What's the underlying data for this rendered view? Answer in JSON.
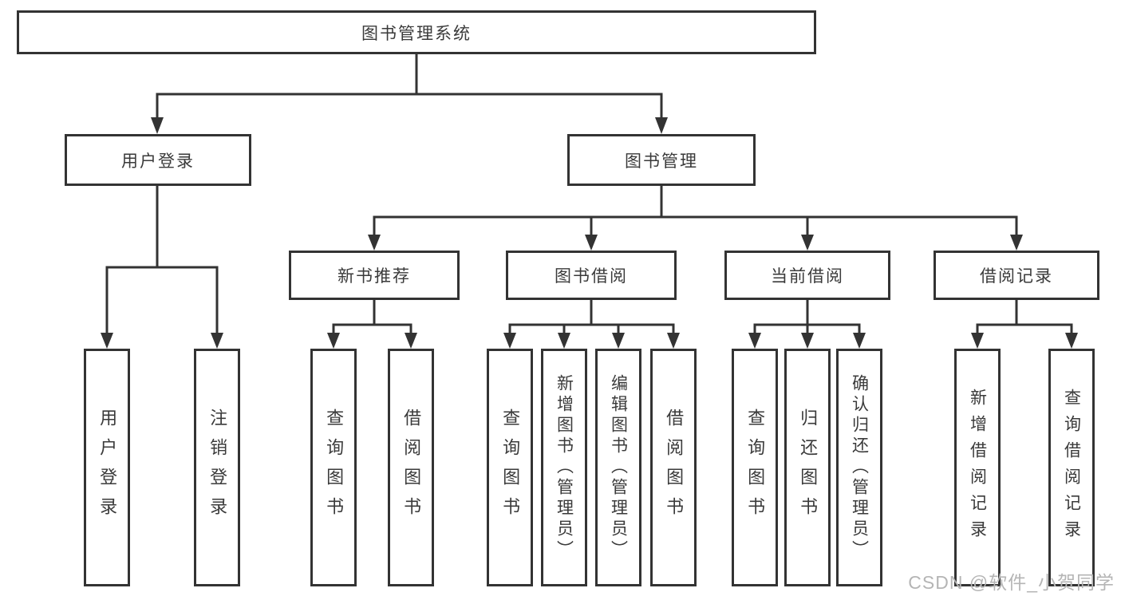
{
  "nodes": {
    "root": "图书管理系统",
    "user_login": "用户登录",
    "book_mgmt": "图书管理",
    "new_book_rec": "新书推荐",
    "book_borrow": "图书借阅",
    "current_borrow": "当前借阅",
    "borrow_records": "借阅记录",
    "leaf_user_login": "用户登录",
    "leaf_logout": "注销登录",
    "leaf_query_book_rec": "查询图书",
    "leaf_borrow_book_rec": "借阅图书",
    "leaf_query_book_borrow": "查询图书",
    "leaf_add_book_admin": "新增图书（管理员）",
    "leaf_edit_book_admin": "编辑图书（管理员）",
    "leaf_borrow_book_borrow": "借阅图书",
    "leaf_query_book_current": "查询图书",
    "leaf_return_book": "归还图书",
    "leaf_confirm_return_admin": "确认归还（管理员）",
    "leaf_add_borrow_record": "新增借阅记录",
    "leaf_query_borrow_record": "查询借阅记录"
  },
  "watermark": {
    "text": "CSDN @软件_小贺同学"
  },
  "colors": {
    "line": "#333333",
    "box_background": "#ffffff",
    "text": "#3a3a3a",
    "watermark_text": "#b5b5b5"
  }
}
